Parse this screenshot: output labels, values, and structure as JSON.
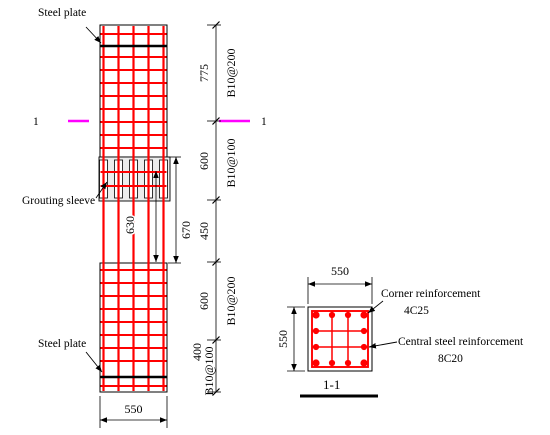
{
  "figure": {
    "labels": {
      "steel_plate_top": "Steel plate",
      "steel_plate_bottom": "Steel plate",
      "grouting_sleeve": "Grouting sleeve"
    },
    "section_marks": {
      "left": "1",
      "right": "1"
    },
    "column_dimensions": {
      "segments": [
        "775",
        "600",
        "450",
        "600",
        "400"
      ],
      "sleeve_630": "630",
      "sleeve_670": "670",
      "width": "550"
    },
    "stirrup_spacing": [
      "B10@200",
      "B10@100",
      "B10@200",
      "B10@100"
    ],
    "section": {
      "title": "1-1",
      "width": "550",
      "height": "550",
      "corner_label": "Corner reinforcement",
      "corner_spec": "4C25",
      "central_label": "Central steel reinforcement",
      "central_spec": "8C20"
    }
  },
  "colors": {
    "rebar": "#ff0000",
    "section_cut": "#ff00ff"
  }
}
